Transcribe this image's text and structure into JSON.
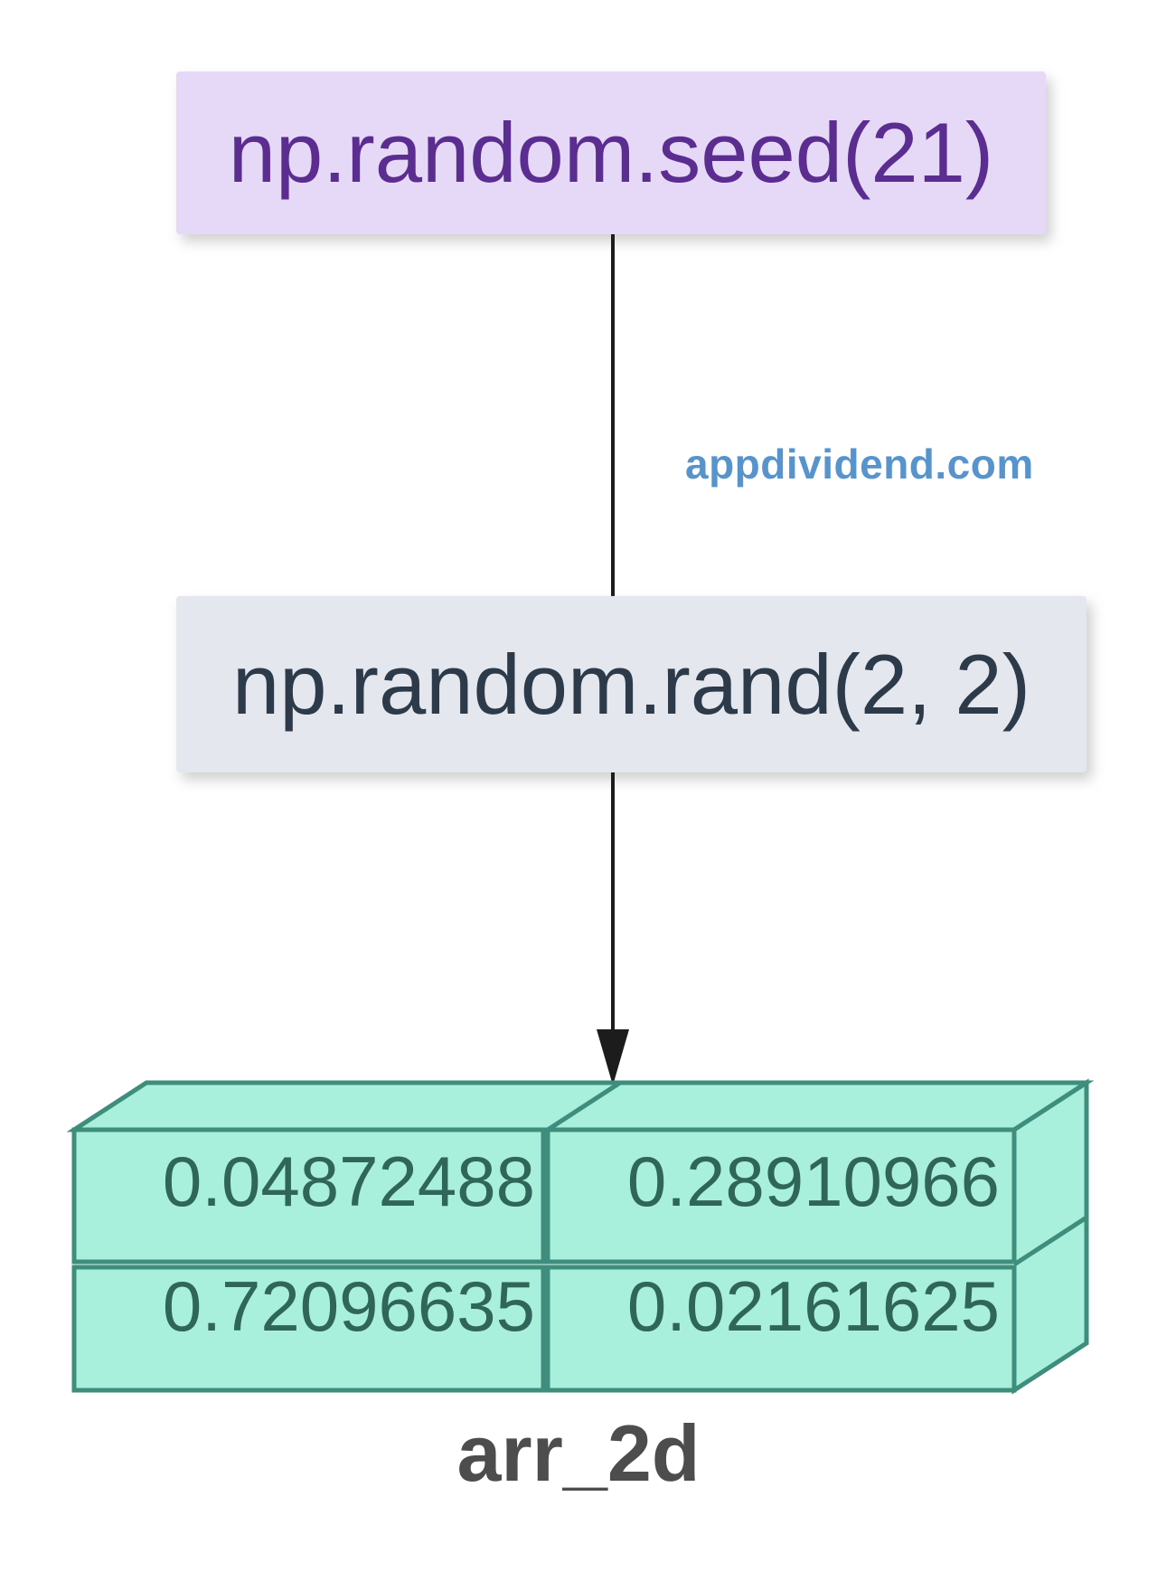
{
  "watermark": {
    "text": "appdividend.com",
    "color": "#5794cd"
  },
  "nodes": {
    "seed": {
      "label": "np.random.seed(21)",
      "bg": "#e6d8f7",
      "text_color": "#5c2d91"
    },
    "rand": {
      "label": "np.random.rand(2, 2)",
      "bg": "#e4e8ee",
      "text_color": "#2c3a49"
    }
  },
  "connectors": {
    "color": "#1c1c1c"
  },
  "array": {
    "name": "arr_2d",
    "rows": [
      [
        "0.04872488",
        "0.28910966"
      ],
      [
        "0.72096635",
        "0.02161625"
      ]
    ],
    "fill_color": "#a9f0dc",
    "border_color": "#3e8d7d",
    "value_color": "#2f6659"
  }
}
